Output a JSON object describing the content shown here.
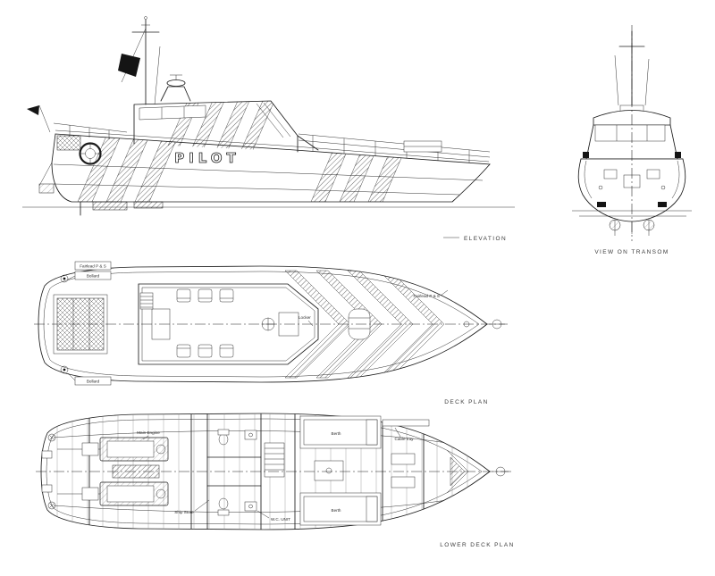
{
  "style": {
    "background": "#ffffff",
    "line_color": "#1b1b1b",
    "flag_color": "#141414"
  },
  "vessel": {
    "name": "PILOT"
  },
  "views": {
    "elevation": {
      "caption": "ELEVATION"
    },
    "transom": {
      "caption": "VIEW ON TRANSOM"
    },
    "deck_plan": {
      "caption": "DECK PLAN",
      "labels": {
        "fairlead_aft": "Fairlead P & S",
        "bollard_a": "Bollard",
        "bollard_b": "Bollard",
        "fairlead_fwd": "Fairlead P & S",
        "locker": "Locker"
      }
    },
    "lower_deck_plan": {
      "caption": "LOWER DECK PLAN",
      "labels": {
        "main_engine": "Main Engine",
        "ship_store": "Ship Store",
        "wc_unit": "W.C. UNIT",
        "berth_fwd": "Berth",
        "berth_aft": "Berth",
        "cable_tray": "Cable tray"
      }
    }
  }
}
